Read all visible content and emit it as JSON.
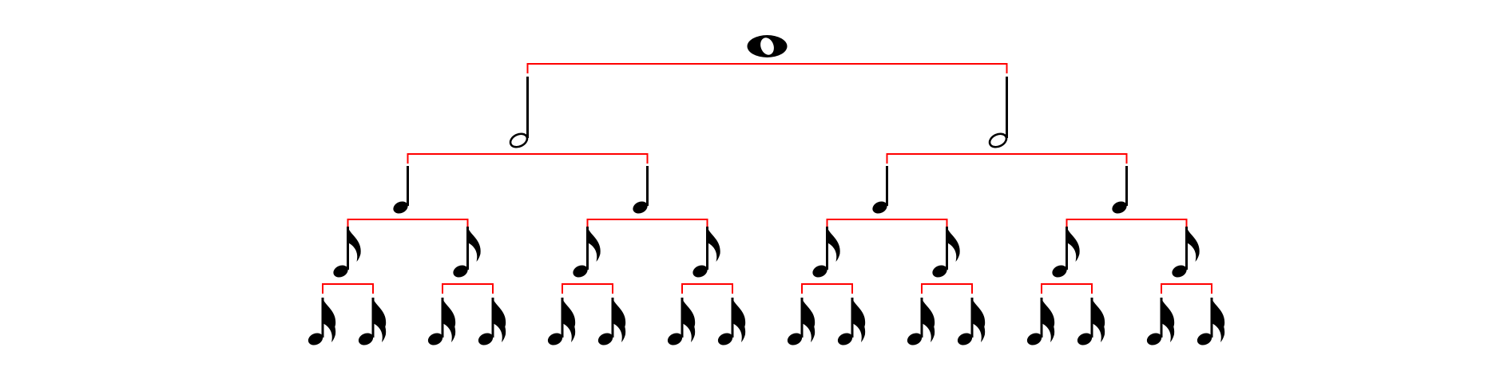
{
  "diagram": {
    "type": "note-value-division-tree",
    "root": "whole-note",
    "levels": [
      {
        "level": 0,
        "note": "whole-note",
        "count": 1
      },
      {
        "level": 1,
        "note": "half-note",
        "count": 2
      },
      {
        "level": 2,
        "note": "quarter-note",
        "count": 4
      },
      {
        "level": 3,
        "note": "eighth-note",
        "count": 8
      },
      {
        "level": 4,
        "note": "sixteenth-note",
        "count": 16
      }
    ],
    "branching_factor": 2
  },
  "colors": {
    "background": "#ffffff",
    "note": "#000000",
    "connector": "#ff0000"
  },
  "icons": {
    "whole-note": "whole-note-icon",
    "half-note": "half-note-icon",
    "quarter-note": "quarter-note-icon",
    "eighth-note": "eighth-note-icon",
    "sixteenth-note": "sixteenth-note-icon"
  }
}
